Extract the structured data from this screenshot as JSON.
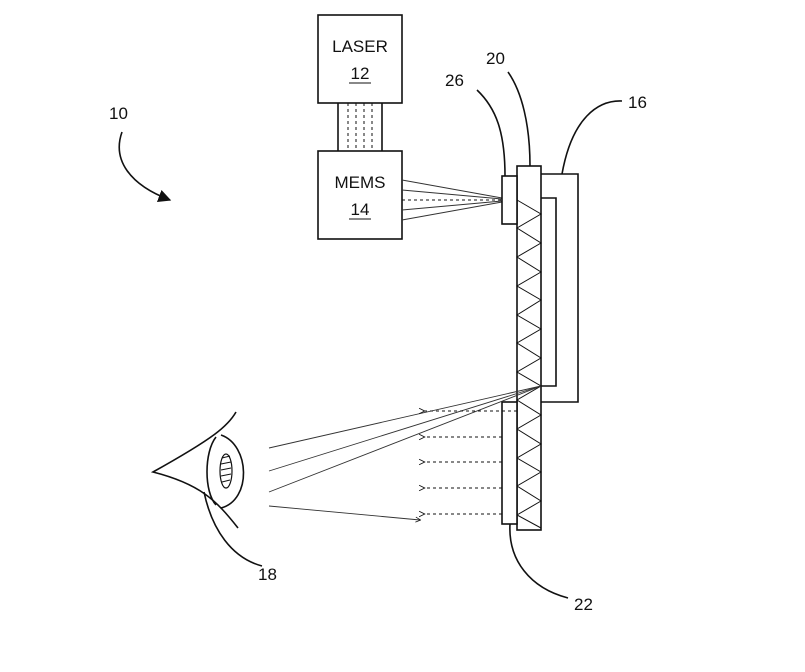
{
  "labels": {
    "system": "10",
    "laser_name": "LASER",
    "laser_ref": "12",
    "mems_name": "MEMS",
    "mems_ref": "14",
    "waveguide_housing": "16",
    "eye": "18",
    "waveguide": "20",
    "out_coupler": "22",
    "in_coupler": "26"
  }
}
